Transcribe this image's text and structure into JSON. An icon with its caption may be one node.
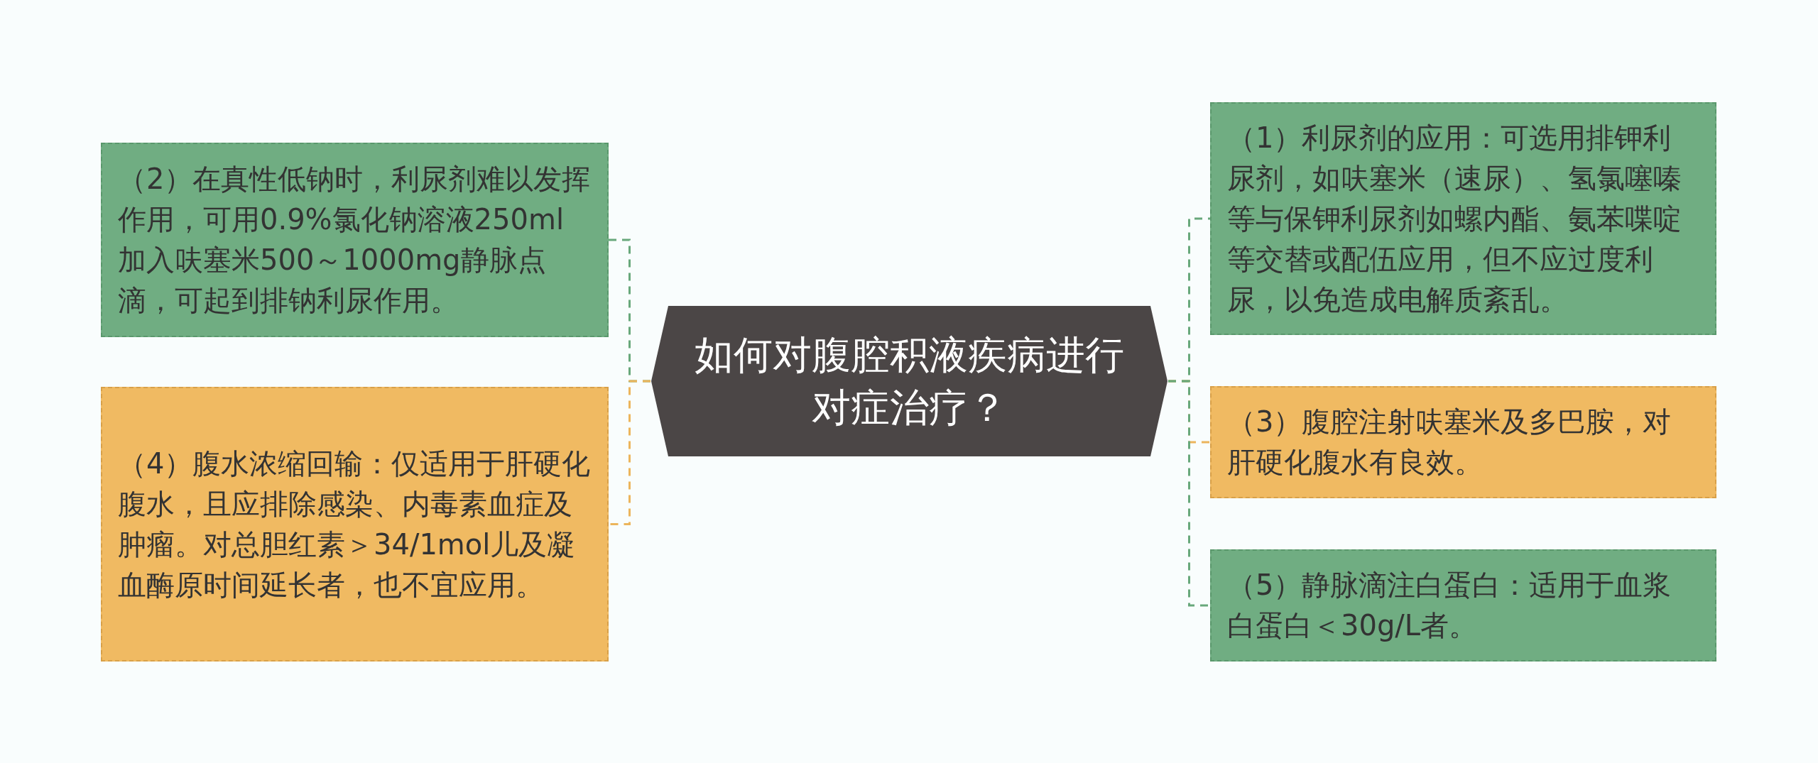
{
  "diagram": {
    "nodes": [
      {
        "text": [
          "如何对腹腔积液疾病进行对症治疗？"
        ]
      },
      {
        "text": [
          "（1）利尿剂的应用：可选用排钾利尿剂，如呋塞米（速尿）、氢氯噻嗪等与保钾利尿剂如螺内酯、氨苯喋啶等交替或配伍应用，但不应过度利尿，以免造成电解质紊乱。"
        ]
      },
      {
        "text": [
          "（2）在真性低钠时，利尿剂难以发挥作用，可用0.9%氯化钠溶液250ml加入呋塞米500～1000mg静脉点滴，可起到排钠利尿作用。"
        ]
      },
      {
        "text": [
          "（3）腹腔注射呋塞米及多巴胺，对肝硬化腹水有良效。"
        ]
      },
      {
        "text": [
          "（4）腹水浓缩回输：仅适用于肝硬化腹水，且应排除感染、内毒素血症及肿瘤。对总胆红素＞34/1mol儿及凝血酶原时间延长者，也不宜应用。"
        ]
      },
      {
        "text": [
          "（5）静脉滴注白蛋白：适用于血浆白蛋白＜30g/L者。"
        ]
      }
    ],
    "edges": [
      {
        "from": 0,
        "to": 2,
        "arrow": "none",
        "style": "dashed"
      },
      {
        "from": 0,
        "to": 4,
        "arrow": "none",
        "style": "dashed",
        "color": "#ecb55c"
      },
      {
        "from": 0,
        "to": 1,
        "arrow": "none",
        "style": "dashed"
      },
      {
        "from": 0,
        "to": 3,
        "arrow": "none",
        "style": "dashed",
        "color": "#ecb55c"
      },
      {
        "from": 0,
        "to": 5,
        "arrow": "none",
        "style": "dashed"
      }
    ]
  }
}
